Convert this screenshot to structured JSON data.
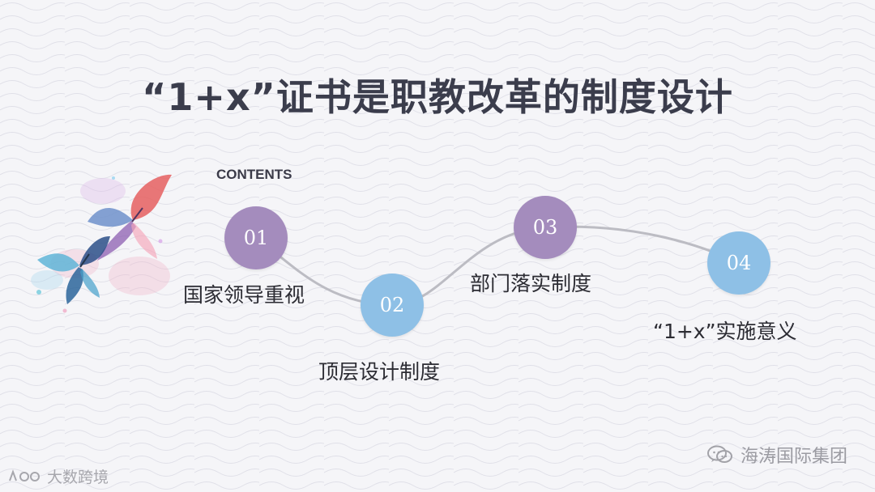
{
  "title": "“1+x”证书是职教改革的制度设计",
  "contents_label": "CONTENTS",
  "steps": [
    {
      "number": "01",
      "label": "国家领导重视",
      "color": "#a48cbd"
    },
    {
      "number": "02",
      "label": "顶层设计制度",
      "color": "#8ec0e6"
    },
    {
      "number": "03",
      "label": "部门落实制度",
      "color": "#a48cbd"
    },
    {
      "number": "04",
      "label": "“1+x”实施意义",
      "color": "#8ec0e6"
    }
  ],
  "watermarks": {
    "right_text": "海涛国际集团",
    "left_text": "大数跨境"
  },
  "icons": {
    "butterfly": "butterfly-illustration",
    "wechat": "wechat-icon",
    "logo": "brand-logo-icon"
  }
}
